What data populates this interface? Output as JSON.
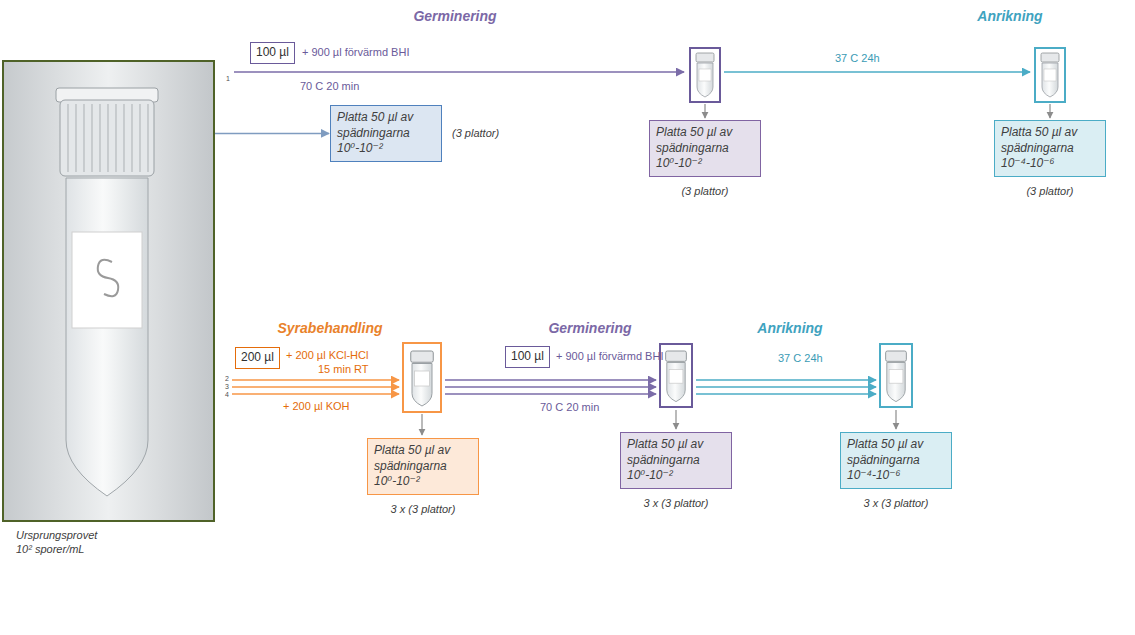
{
  "diagram": {
    "nodes": [
      {
        "text": [
          "Ursprungsprovet 10² sporer/mL"
        ]
      },
      {
        "text": [
          "100 µl"
        ]
      },
      {
        "text": [
          "Platta 50 µl av spädningarna 10⁰-10⁻²"
        ]
      },
      {
        "text": [
          "Platta 50 µl av spädningarna 10⁰-10⁻²"
        ]
      },
      {
        "text": [
          "Platta 50 µl av spädningarna 10⁻⁴-10⁻⁶"
        ]
      },
      {
        "text": [
          "200 µl"
        ]
      },
      {
        "text": [
          "100 µl"
        ]
      },
      {
        "text": [
          "Platta 50 µl av spädningarna 10⁰-10⁻²"
        ]
      },
      {
        "text": [
          "Platta 50 µl av spädningarna 10⁰-10⁻²"
        ]
      },
      {
        "text": [
          "Platta 50 µl av spädningarna 10⁻⁴-10⁻⁶"
        ]
      }
    ],
    "edges": [
      {
        "from": 0,
        "to": 2,
        "arrow": "to"
      }
    ],
    "labels": [
      "Germinering",
      "Anrikning",
      "1",
      "+ 900 µl förvärmd BHI",
      "70 C 20 min",
      "37 C 24h",
      "(3 plattor)",
      "(3 plattor)",
      "(3 plattor)",
      "Syrabehandling",
      "Germinering",
      "Anrikning",
      "+ 200 µl KCl-HCl",
      "15 min RT",
      "2",
      "3",
      "4",
      "+ 200 µl KOH",
      "+ 900 µl förvärmd BHI",
      "70 C 20 min",
      "37 C 24h",
      "3 x (3 plattor)",
      "3 x (3 plattor)",
      "3 x (3 plattor)"
    ]
  }
}
